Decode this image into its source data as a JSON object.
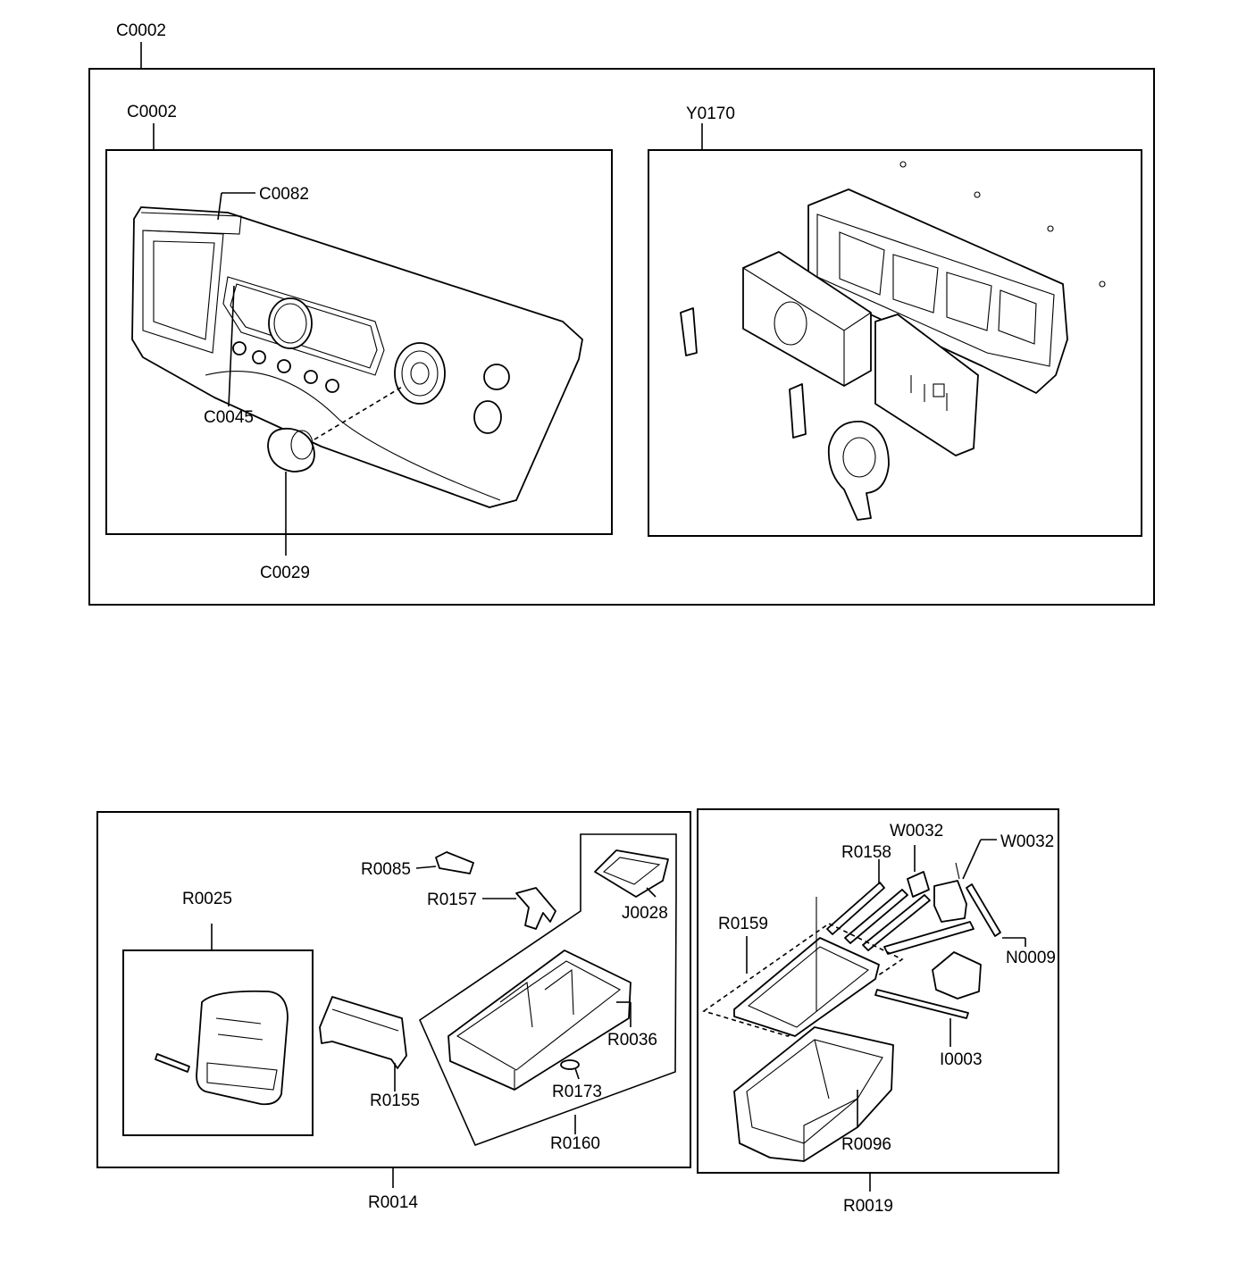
{
  "labels": {
    "c0002_outer": "C0002",
    "c0002_inner": "C0002",
    "c0082": "C0082",
    "c0045": "C0045",
    "c0029": "C0029",
    "y0170": "Y0170",
    "r0085": "R0085",
    "r0157": "R0157",
    "j0028": "J0028",
    "r0025": "R0025",
    "r0036": "R0036",
    "r0173": "R0173",
    "r0155": "R0155",
    "r0160": "R0160",
    "r0014": "R0014",
    "w0032_a": "W0032",
    "w0032_b": "W0032",
    "r0158": "R0158",
    "r0159": "R0159",
    "n0009": "N0009",
    "i0003": "I0003",
    "r0096": "R0096",
    "r0019": "R0019"
  }
}
